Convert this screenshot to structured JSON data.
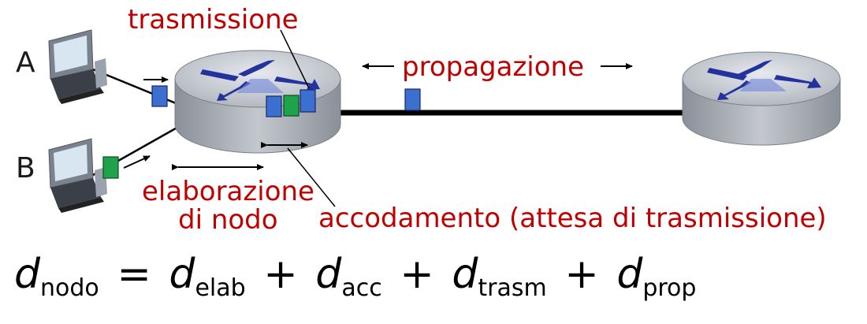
{
  "hosts": {
    "a": "A",
    "b": "B"
  },
  "labels": {
    "trasmissione": "trasmissione",
    "propagazione": "propagazione",
    "elaborazione_line1": "elaborazione",
    "elaborazione_line2": "di nodo",
    "accodamento": "accodamento (attesa di trasmissione)"
  },
  "formula": {
    "d": "d",
    "lhs_sub": "nodo",
    "eq": "=",
    "plus": "+",
    "terms": [
      "elab",
      "acc",
      "trasm",
      "prop"
    ]
  },
  "colors": {
    "label_red": "#c00000",
    "router_top": "#c9cdd4",
    "router_side": "#9aa0a8",
    "router_arrow": "#1a2a9a",
    "packet_blue": "#3b6fd0",
    "packet_green": "#1fa34a",
    "link": "#000000"
  },
  "icons": [
    "computer-icon",
    "router-icon",
    "packet-icon",
    "arrow-icon"
  ]
}
